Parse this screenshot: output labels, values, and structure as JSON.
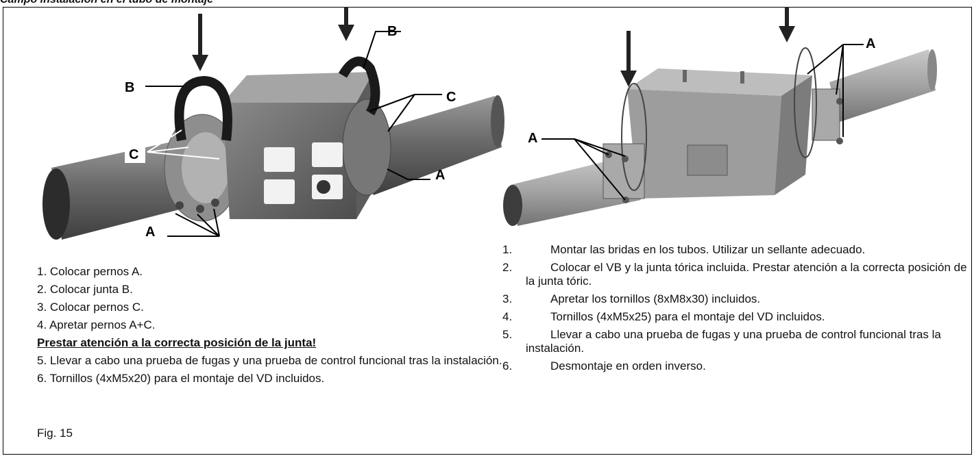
{
  "heading": "Campo instalación en el tubo de montaje",
  "left_figure": {
    "labels": {
      "b_left": "B",
      "b_right": "B",
      "c_left": "C",
      "c_right": "C",
      "a_right": "A",
      "a_bottom": "A"
    }
  },
  "right_figure": {
    "labels": {
      "a_top": "A",
      "a_left": "A"
    }
  },
  "left_steps": [
    "1. Colocar pernos A.",
    "2. Colocar junta B.",
    "3. Colocar pernos C.",
    "4. Apretar pernos A+C.",
    "Prestar atención a la correcta posición de la junta!",
    "5. Llevar a cabo una prueba de fugas y una prueba de control funcional tras la instalación.",
    "6. Tornillos (4xM5x20) para el montaje del VD incluidos."
  ],
  "right_steps": [
    {
      "num": "1.",
      "text": "Montar las bridas en los tubos. Utilizar un sellante adecuado."
    },
    {
      "num": "2.",
      "text": "Colocar el VB y la junta tórica incluida. Prestar atención a la correcta posición de la junta tóric."
    },
    {
      "num": "3.",
      "text": "Apretar los tornillos (8xM8x30) incluidos."
    },
    {
      "num": "4.",
      "text": "Tornillos (4xM5x25) para el montaje del VD incluidos."
    },
    {
      "num": "5.",
      "text": "Llevar a cabo una prueba de fugas y una prueba de control funcional tras la instalación."
    },
    {
      "num": "6.",
      "text": "Desmontaje en orden inverso."
    }
  ],
  "caption": "Fig. 15"
}
